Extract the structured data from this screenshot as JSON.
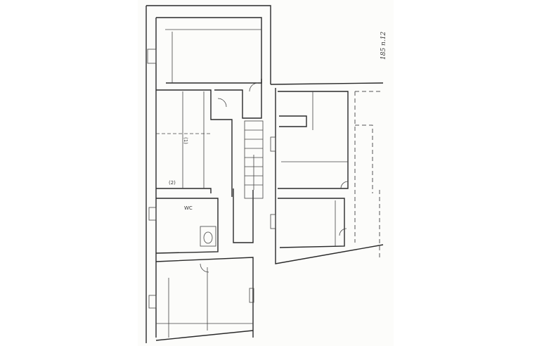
{
  "plan": {
    "annotation": "185 n.12",
    "labels": {
      "wc": "WC",
      "room_1": "(1)",
      "room_2": "(2)"
    },
    "colors": {
      "paper": "#fcfcfa",
      "ink": "#2a2a2a"
    }
  }
}
